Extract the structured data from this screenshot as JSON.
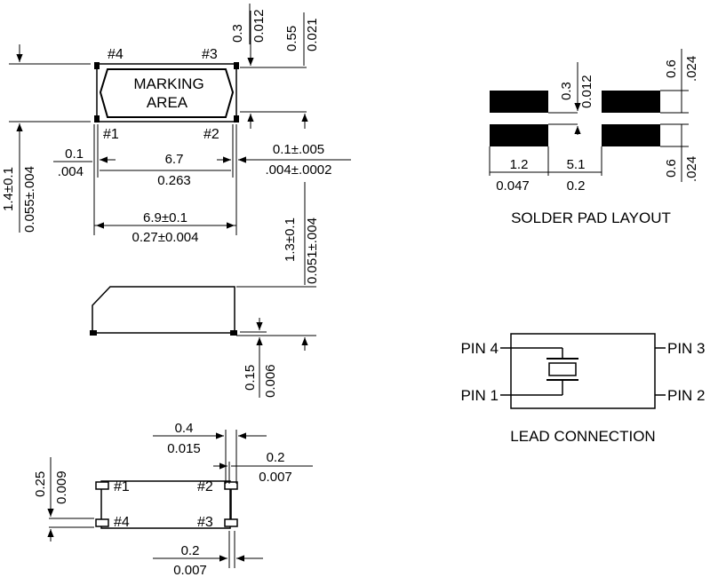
{
  "top_view": {
    "marking_line1": "MARKING",
    "marking_line2": "AREA",
    "pin4": "#4",
    "pin3": "#3",
    "pin1": "#1",
    "pin2": "#2",
    "dim_03": "0.3",
    "dim_0012": "0.012",
    "dim_055": "0.55",
    "dim_0021": "0.021",
    "dim_01": "0.1",
    "dim_004": ".004",
    "dim_67": "6.7",
    "dim_0263": "0.263",
    "dim_01tol": "0.1±.005",
    "dim_004tol": ".004±.0002",
    "dim_14": "1.4±0.1",
    "dim_0055": "0.055±.004",
    "dim_69": "6.9±0.1",
    "dim_027": "0.27±0.004"
  },
  "side_view": {
    "dim_13": "1.3±0.1",
    "dim_0051": "0.051±.004",
    "dim_015": "0.15",
    "dim_0006": "0.006"
  },
  "bottom_view": {
    "pin1": "#1",
    "pin2": "#2",
    "pin3": "#3",
    "pin4": "#4",
    "dim_04": "0.4",
    "dim_0015": "0.015",
    "dim_02a": "0.2",
    "dim_0007a": "0.007",
    "dim_025": "0.25",
    "dim_0009": "0.009",
    "dim_02b": "0.2",
    "dim_0007b": "0.007"
  },
  "solder_pad": {
    "title": "SOLDER PAD LAYOUT",
    "dim_03": "0.3",
    "dim_0012": "0.012",
    "dim_06a": "0.6",
    "dim_024a": ".024",
    "dim_12": "1.2",
    "dim_0047": "0.047",
    "dim_51": "5.1",
    "dim_02": "0.2",
    "dim_06b": "0.6",
    "dim_024b": ".024"
  },
  "lead_connection": {
    "title": "LEAD CONNECTION",
    "pin4": "PIN 4",
    "pin3": "PIN 3",
    "pin1": "PIN 1",
    "pin2": "PIN 2"
  }
}
